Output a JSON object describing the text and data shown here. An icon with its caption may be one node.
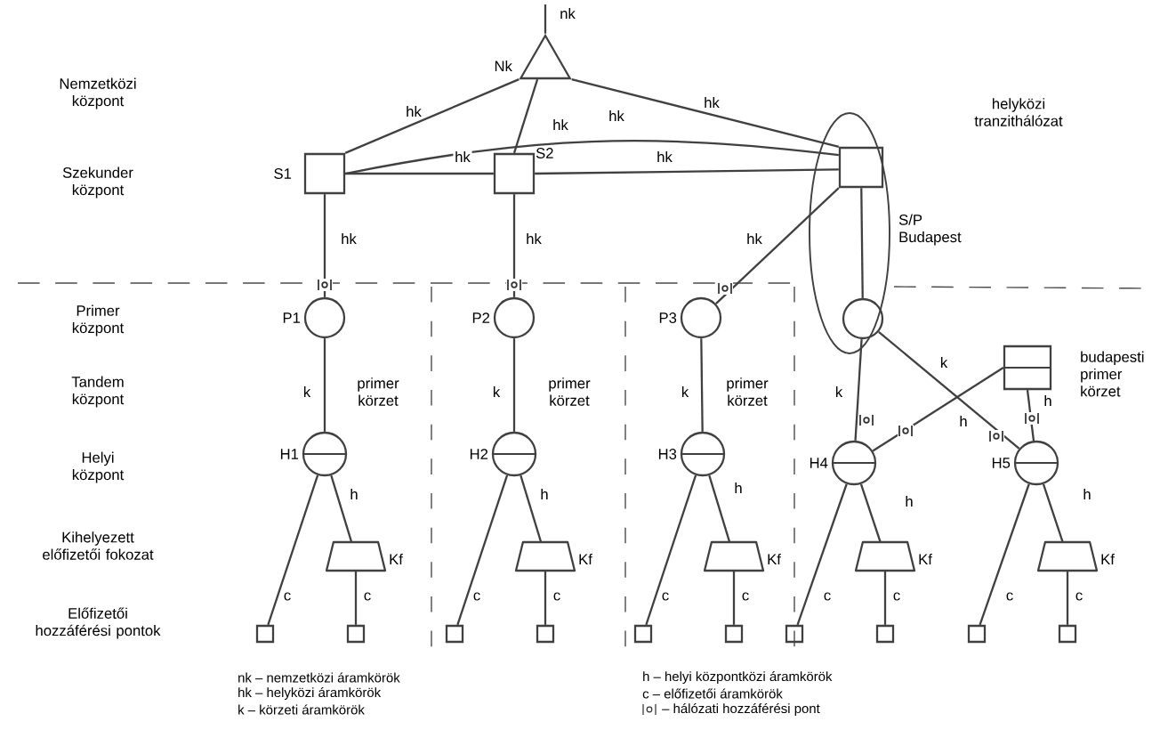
{
  "diagram": {
    "nodes": [
      {
        "text": [],
        "shape": "triangle",
        "beside": [
          "Nk"
        ]
      },
      {
        "text": [],
        "shape": "box",
        "beside": [
          "S1"
        ]
      },
      {
        "text": [],
        "shape": "box",
        "beside": [
          "S2"
        ]
      },
      {
        "text": [
          "S/P Budapest"
        ]
      },
      {
        "text": [],
        "shape": "box",
        "in": 3
      },
      {
        "text": [],
        "shape": "circle",
        "in": 3
      },
      {
        "text": [],
        "shape": "circle",
        "beside": [
          "P1"
        ]
      },
      {
        "text": [],
        "shape": "circle",
        "beside": [
          "P2"
        ]
      },
      {
        "text": [],
        "shape": "circle",
        "beside": [
          "P3"
        ]
      },
      {
        "text": [],
        "shape": "circle",
        "beside": [
          "H1"
        ]
      },
      {
        "text": [],
        "shape": "circle",
        "beside": [
          "H2"
        ]
      },
      {
        "text": [],
        "shape": "circle",
        "beside": [
          "H3"
        ]
      },
      {
        "text": [],
        "shape": "circle",
        "beside": [
          "H4"
        ]
      },
      {
        "text": [],
        "shape": "circle",
        "beside": [
          "H5"
        ]
      },
      {
        "text": [],
        "shape": "trapezoid",
        "beside": [
          "Kf"
        ]
      },
      {
        "text": [],
        "shape": "trapezoid",
        "beside": [
          "Kf"
        ]
      },
      {
        "text": [],
        "shape": "trapezoid",
        "beside": [
          "Kf"
        ]
      },
      {
        "text": [],
        "shape": "trapezoid",
        "beside": [
          "Kf"
        ]
      },
      {
        "text": [],
        "shape": "trapezoid",
        "beside": [
          "Kf"
        ]
      },
      {
        "text": [],
        "shape": "box",
        "beside": [
          "budapesti primer körzet"
        ]
      },
      {
        "text": [],
        "shape": "box"
      },
      {
        "text": [],
        "shape": "box"
      },
      {
        "text": [],
        "shape": "box"
      },
      {
        "text": [],
        "shape": "box"
      },
      {
        "text": [],
        "shape": "box"
      },
      {
        "text": [],
        "shape": "box"
      },
      {
        "text": [],
        "shape": "box"
      },
      {
        "text": [],
        "shape": "box"
      },
      {
        "text": [],
        "shape": "box"
      },
      {
        "text": [],
        "shape": "box"
      }
    ],
    "edges": [
      {
        "from": null,
        "to": 0,
        "arrow": "none",
        "label": "nk"
      },
      {
        "from": 0,
        "to": 1,
        "arrow": "none",
        "label": "hk"
      },
      {
        "from": 0,
        "to": 2,
        "arrow": "none",
        "label": "hk"
      },
      {
        "from": 0,
        "to": 4,
        "arrow": "none",
        "label": "hk"
      },
      {
        "from": 1,
        "to": 4,
        "arrow": "none",
        "label": "hk"
      },
      {
        "from": 1,
        "to": 2,
        "arrow": "none",
        "label": "hk"
      },
      {
        "from": 2,
        "to": 4,
        "arrow": "none",
        "label": "hk"
      },
      {
        "from": 1,
        "to": 6,
        "arrow": "none",
        "label": "hk"
      },
      {
        "from": 2,
        "to": 7,
        "arrow": "none",
        "label": "hk"
      },
      {
        "from": 4,
        "to": 8,
        "arrow": "none",
        "label": "hk"
      },
      {
        "from": 4,
        "to": 5,
        "arrow": "none"
      },
      {
        "from": 6,
        "to": 9,
        "arrow": "none",
        "label": "k"
      },
      {
        "from": 7,
        "to": 10,
        "arrow": "none",
        "label": "k"
      },
      {
        "from": 8,
        "to": 11,
        "arrow": "none",
        "label": "k"
      },
      {
        "from": 5,
        "to": 12,
        "arrow": "none",
        "label": "k"
      },
      {
        "from": 5,
        "to": 13,
        "arrow": "none",
        "label": "k"
      },
      {
        "from": 19,
        "to": 12,
        "arrow": "none",
        "label": "h"
      },
      {
        "from": 19,
        "to": 13,
        "arrow": "none",
        "label": "h"
      },
      {
        "from": 9,
        "to": 14,
        "arrow": "none",
        "label": "h"
      },
      {
        "from": 10,
        "to": 15,
        "arrow": "none",
        "label": "h"
      },
      {
        "from": 11,
        "to": 16,
        "arrow": "none",
        "label": "h"
      },
      {
        "from": 12,
        "to": 17,
        "arrow": "none",
        "label": "h"
      },
      {
        "from": 13,
        "to": 18,
        "arrow": "none",
        "label": "h"
      },
      {
        "from": 9,
        "to": 20,
        "arrow": "none",
        "label": "c"
      },
      {
        "from": 14,
        "to": 21,
        "arrow": "none",
        "label": "c"
      },
      {
        "from": 10,
        "to": 22,
        "arrow": "none",
        "label": "c"
      },
      {
        "from": 15,
        "to": 23,
        "arrow": "none",
        "label": "c"
      },
      {
        "from": 11,
        "to": 24,
        "arrow": "none",
        "label": "c"
      },
      {
        "from": 16,
        "to": 25,
        "arrow": "none",
        "label": "c"
      },
      {
        "from": 12,
        "to": 26,
        "arrow": "none",
        "label": "c"
      },
      {
        "from": 17,
        "to": 27,
        "arrow": "none",
        "label": "c"
      },
      {
        "from": 13,
        "to": 28,
        "arrow": "none",
        "label": "c"
      },
      {
        "from": 18,
        "to": 29,
        "arrow": "none",
        "label": "c"
      }
    ],
    "labels": [
      "Nemzetközi központ",
      "Szekunder központ",
      "helyközi tranzithálózat",
      "Primer központ",
      "Tandem központ",
      "primer körzet",
      "primer körzet",
      "primer körzet",
      "Helyi központ",
      "Kihelyezett előfizetői fokozat",
      "Előfizetői hozzáférési pontok",
      "nk – nemzetközi áramkörök",
      "h – helyi központközi áramkörök",
      "hk – helyközi áramkörök",
      "c – előfizetői áramkörök",
      "k – körzeti áramkörök"
    ],
    "legend": [
      {
        "text": "– hálózati hozzáférési pont"
      }
    ]
  }
}
